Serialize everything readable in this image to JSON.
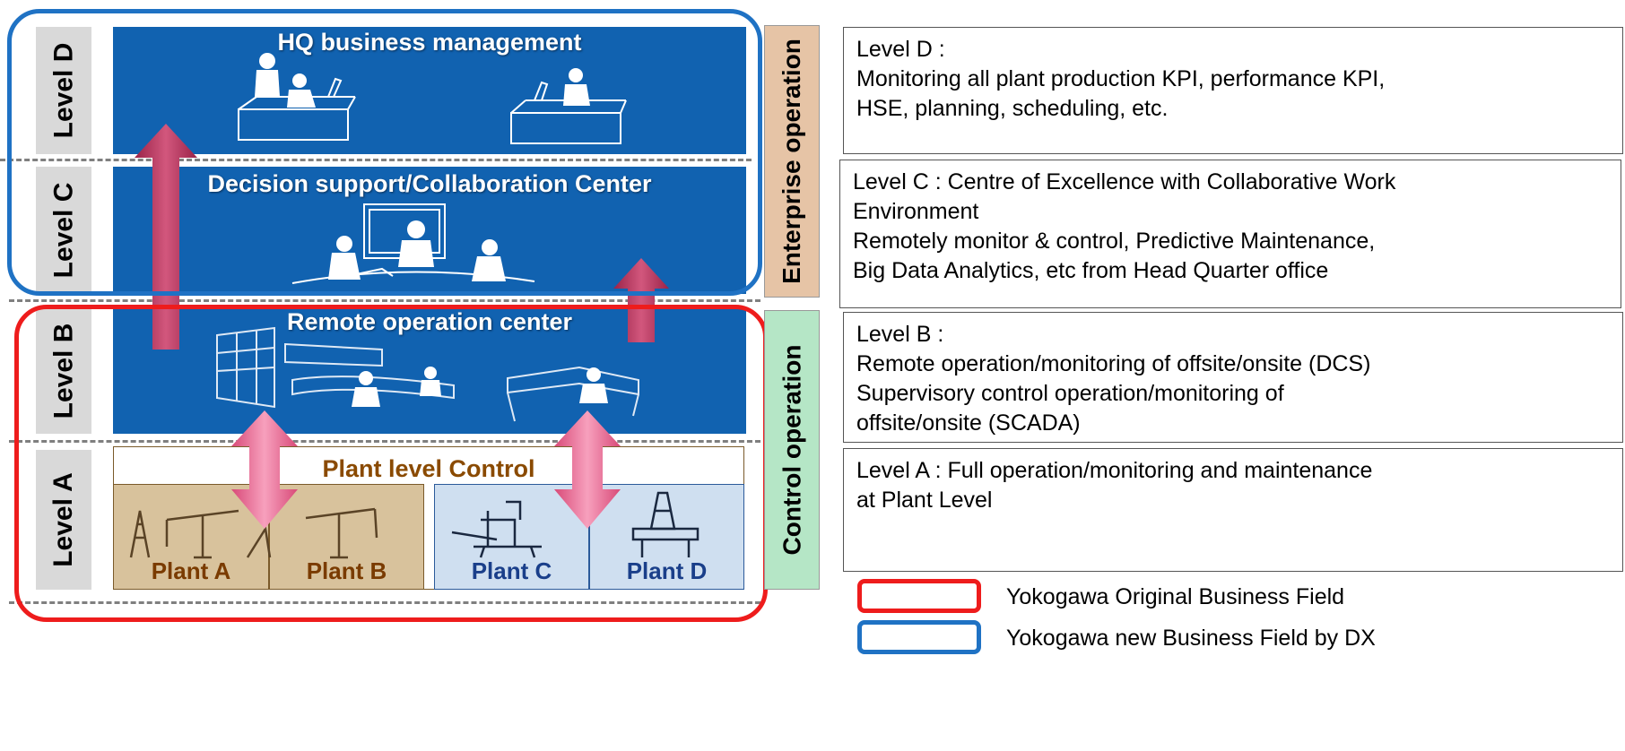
{
  "levels": {
    "d": "Level D",
    "c": "Level C",
    "b": "Level B",
    "a": "Level A"
  },
  "bands": {
    "d_title": "HQ business management",
    "c_title": "Decision support/Collaboration Center",
    "b_title": "Remote operation center"
  },
  "plant_level": {
    "title": "Plant level Control",
    "plants": [
      "Plant A",
      "Plant B",
      "Plant C",
      "Plant D"
    ]
  },
  "side_labels": {
    "enterprise": "Enterprise  operation",
    "control": "Control operation"
  },
  "descriptions": {
    "d": [
      "Level D :",
      "Monitoring all plant production KPI, performance KPI,",
      "HSE, planning, scheduling, etc."
    ],
    "c": [
      "Level C : Centre of Excellence with Collaborative Work",
      "Environment",
      "Remotely monitor & control, Predictive Maintenance,",
      "Big Data Analytics, etc from Head Quarter office"
    ],
    "b": [
      "Level B :",
      "Remote operation/monitoring of offsite/onsite (DCS)",
      "Supervisory control operation/monitoring of",
      "offsite/onsite (SCADA)"
    ],
    "a": [
      "Level A : Full operation/monitoring and maintenance",
      "at Plant Level"
    ]
  },
  "legend": {
    "original": "Yokogawa Original Business Field",
    "new": "Yokogawa new Business Field by DX"
  },
  "colors": {
    "band_blue": "#1162b0",
    "red_outline": "#ee1c1c",
    "blue_outline": "#1f72c4",
    "enterprise_bg": "#e6c4a6",
    "control_bg": "#b5e6c6",
    "plant_brown": "#7a3b00",
    "plant_navy": "#1a3f8a",
    "arrow": "#b8305a"
  }
}
